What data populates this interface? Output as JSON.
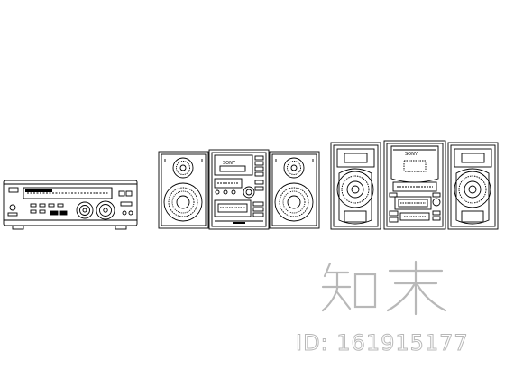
{
  "watermark": {
    "logo_text": "知末",
    "id_text": "ID: 161915177",
    "color": "#b8b8b8"
  },
  "stereo1": {
    "brand": "SONY"
  },
  "stereo2": {
    "brand": "SONY"
  },
  "line_color": "#000000"
}
